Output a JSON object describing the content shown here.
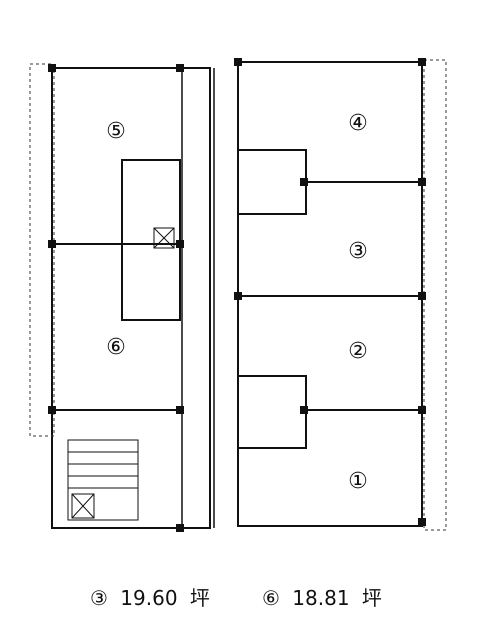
{
  "units": [
    {
      "id": "1",
      "label": "①"
    },
    {
      "id": "2",
      "label": "②"
    },
    {
      "id": "3",
      "label": "③"
    },
    {
      "id": "4",
      "label": "④"
    },
    {
      "id": "5",
      "label": "⑤"
    },
    {
      "id": "6",
      "label": "⑥"
    }
  ],
  "areas": [
    {
      "unit_label": "③",
      "value": "19.60",
      "unit": "坪"
    },
    {
      "unit_label": "⑥",
      "value": "18.81",
      "unit": "坪"
    }
  ]
}
